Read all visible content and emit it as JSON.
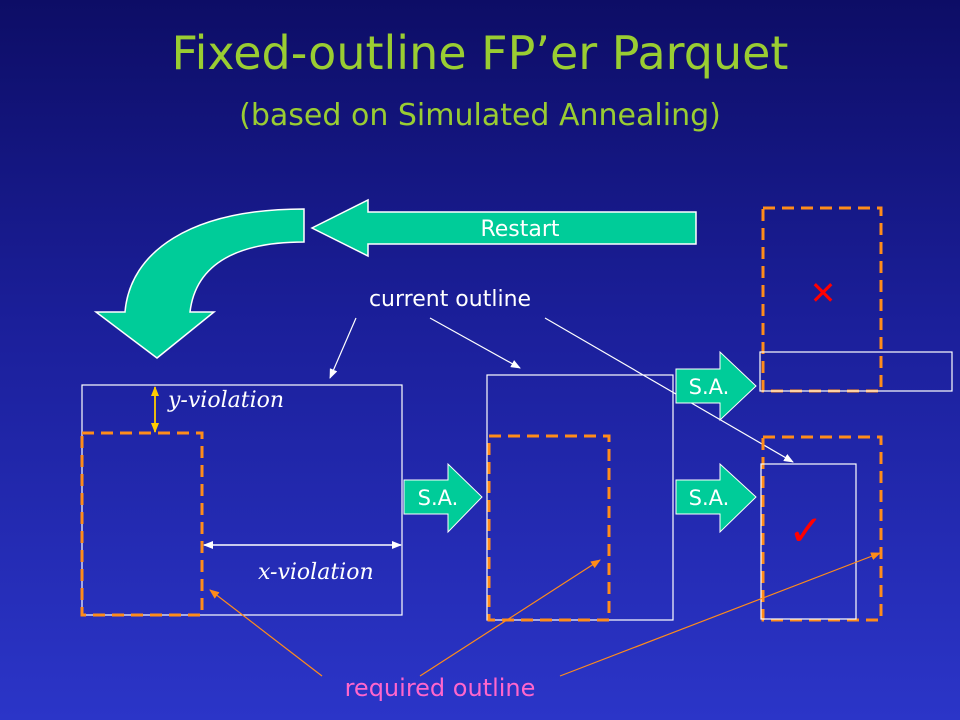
{
  "title": "Fixed-outline FP’er Parquet",
  "subtitle": "(based on Simulated Annealing)",
  "labels": {
    "restart": "Restart",
    "current_outline": "current outline",
    "required_outline": "required outline",
    "y_violation": "y-violation",
    "x_violation": "x-violation",
    "sa_top": "S.A.",
    "sa_middle": "S.A.",
    "sa_right": "S.A.",
    "fail_mark": "✕",
    "success_mark": "✓"
  },
  "colors": {
    "title": "#9acd32",
    "arrow_fill": "#00cc99",
    "required_outline": "#ff8c1a",
    "current_outline": "#ffffff",
    "required_label": "#ff66cc",
    "fail_mark": "#ff0000",
    "success_mark": "#ff0000"
  }
}
